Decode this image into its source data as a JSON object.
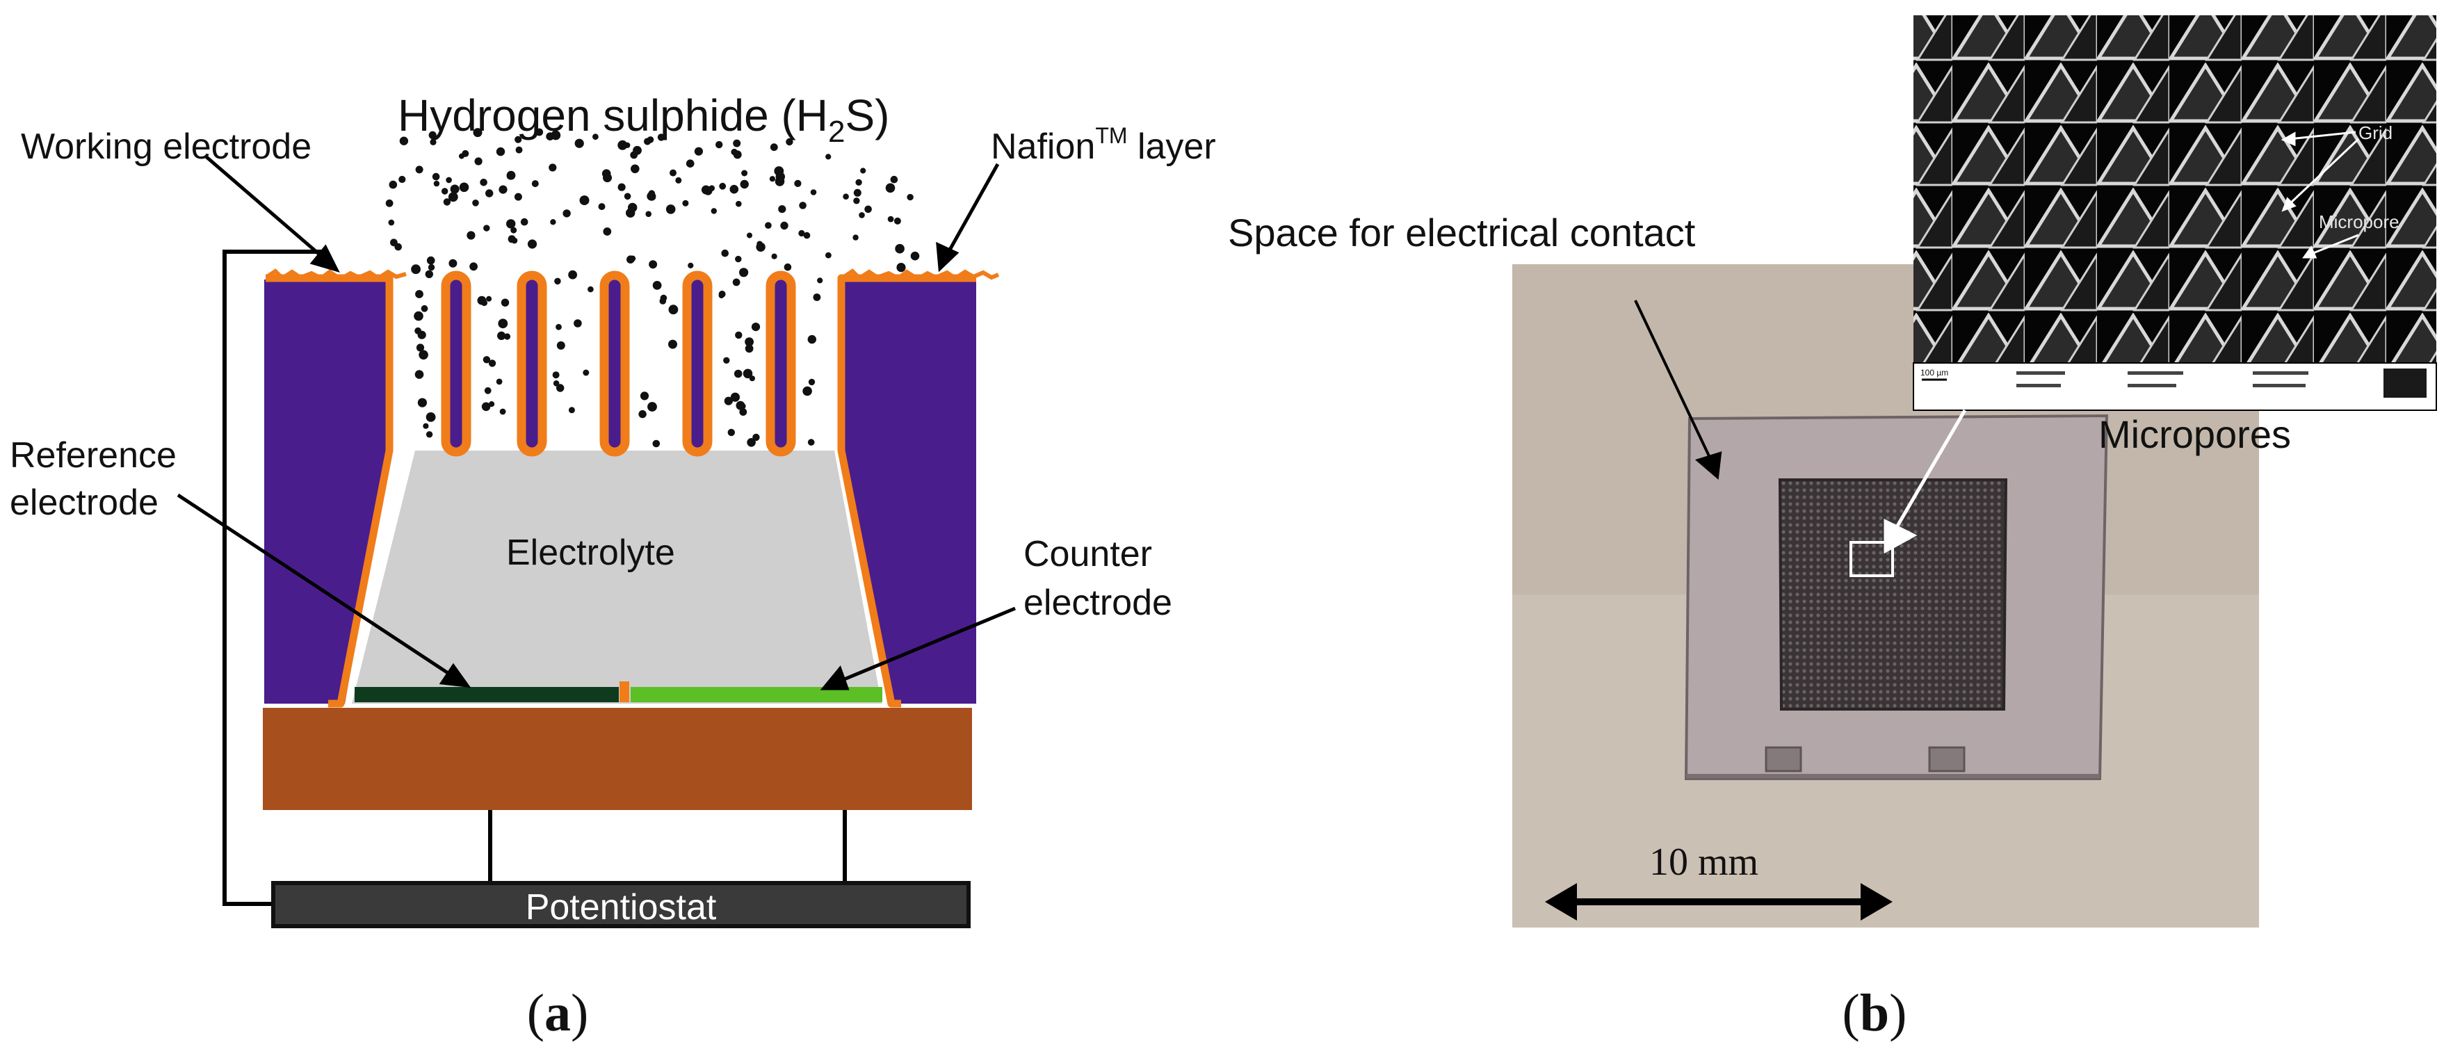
{
  "panel_a": {
    "title_prefix": "Hydrogen sulphide (H",
    "title_subscript": "2",
    "title_suffix": "S)",
    "working_electrode": "Working electrode",
    "nafion_prefix": "Nafion",
    "nafion_superscript": "TM",
    "nafion_suffix": " layer",
    "reference_line1": "Reference",
    "reference_line2": "electrode",
    "electrolyte": "Electrolyte",
    "counter_line1": "Counter",
    "counter_line2": "electrode",
    "potentiostat": "Potentiostat",
    "caption": "a"
  },
  "panel_b": {
    "space_label": "Space for electrical contact",
    "micropores_label": "Micropores",
    "scale_label": "10 mm",
    "sem_grid_label": "Grid",
    "sem_micropore_label": "Micropore",
    "sem_scale": "100 µm",
    "caption": "b"
  },
  "colors": {
    "silicon": "#4a1d8c",
    "nafion": "#f07d1a",
    "electrolyte": "#cfcfcf",
    "substrate": "#a84f1e",
    "reference_electrode": "#0e3b1e",
    "counter_electrode": "#5cbf25",
    "potentiostat": "#3a3a3a",
    "photo_background": "#c2b7aa",
    "chip": "#b4a7a9"
  }
}
